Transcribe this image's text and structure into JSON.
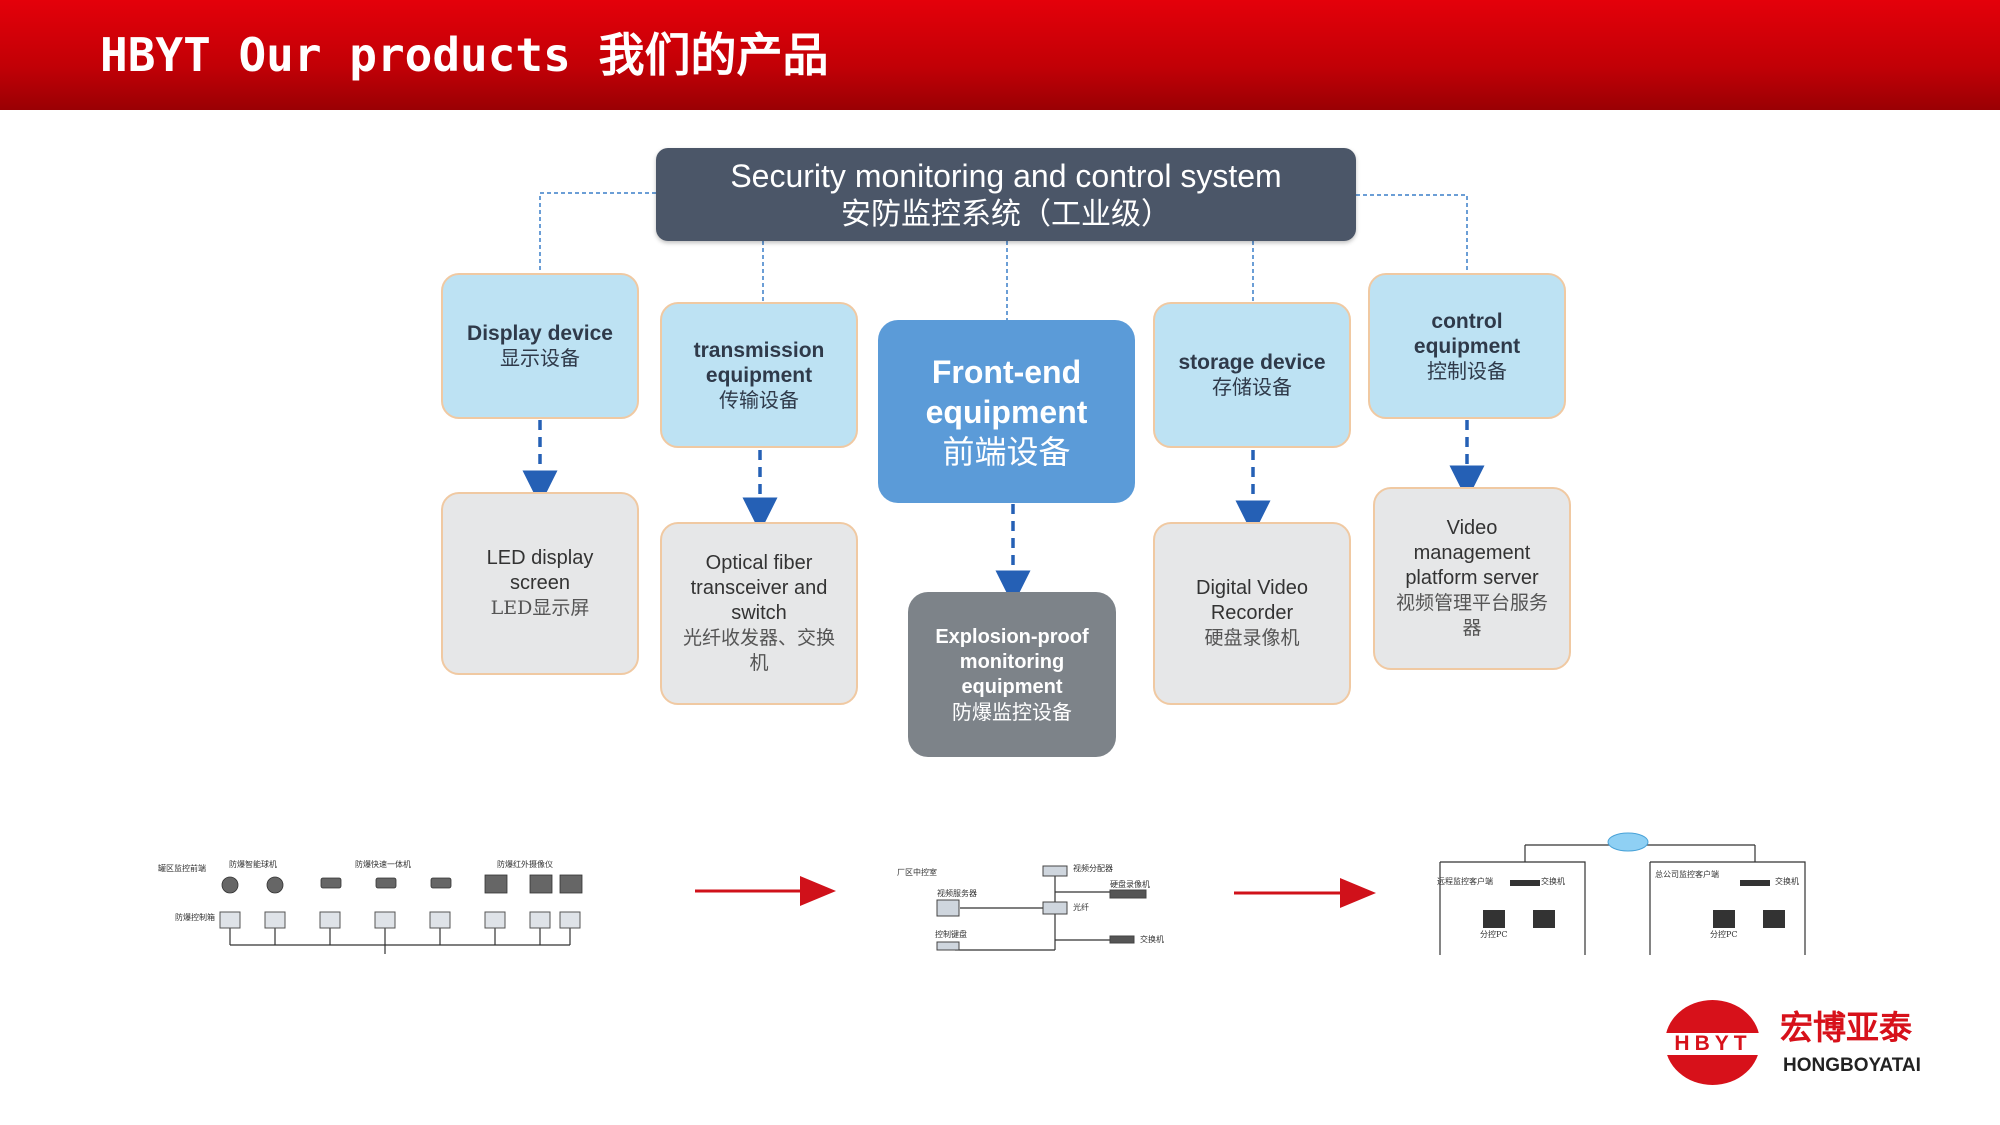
{
  "header": {
    "title": "HBYT Our products 我们的产品"
  },
  "colors": {
    "header_red": "#d6000a",
    "top_box": "#4b5668",
    "category_blue": "#bde2f3",
    "front_end_blue": "#5b9bd8",
    "explosion_gray": "#7d8389",
    "item_gray": "#e6e7e8",
    "connector_blue": "#2560b5",
    "arrow_red": "#d0111a"
  },
  "diagram": {
    "root": {
      "en": "Security monitoring and control system",
      "zh": "安防监控系统（工业级）"
    },
    "categories": [
      {
        "en": "Display device",
        "zh": "显示设备"
      },
      {
        "en": "transmission equipment",
        "zh": "传输设备"
      },
      {
        "en": "Front-end equipment",
        "zh": "前端设备"
      },
      {
        "en": "storage device",
        "zh": "存储设备"
      },
      {
        "en": "control equipment",
        "zh": "控制设备"
      }
    ],
    "items": [
      {
        "en": "LED display screen",
        "zh": "LED显示屏"
      },
      {
        "en": "Optical fiber transceiver and switch",
        "zh": "光纤收发器、交换机"
      },
      {
        "en": "Explosion-proof monitoring equipment",
        "zh": "防爆监控设备"
      },
      {
        "en": "Digital Video Recorder",
        "zh": "硬盘录像机"
      },
      {
        "en": "Video management platform server",
        "zh": "视频管理平台服务器"
      }
    ]
  },
  "thumbnails": {
    "first": {
      "area_label": "罐区监控前端",
      "control_label": "防爆控制箱",
      "groups": [
        "防爆智能球机",
        "防爆快速一体机",
        "防爆红外摄像仪"
      ]
    },
    "second": {
      "labels": [
        "厂区中控室",
        "视频服务器",
        "控制键盘",
        "视频分配器",
        "硬盘录像机",
        "光纤",
        "交换机"
      ]
    },
    "third": {
      "left_label": "远程监控客户端",
      "right_label": "总公司监控客户端",
      "switch_label": "交换机",
      "pc_label": "分控PC"
    }
  },
  "logo": {
    "mark": "HBYT",
    "cn": "宏博亚泰",
    "en": "HONGBOYATAI"
  }
}
